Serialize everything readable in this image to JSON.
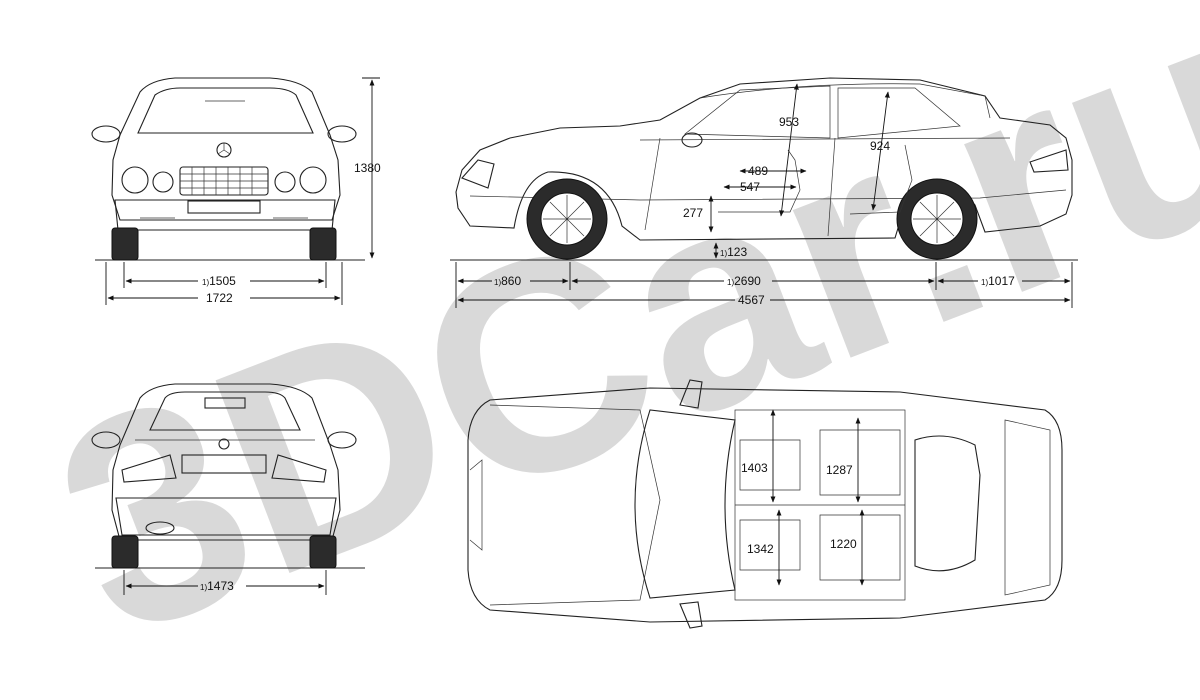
{
  "watermark": {
    "text": "3DCar.ru",
    "color": "#d9d9d9"
  },
  "line_color": "#222222",
  "front_view": {
    "height": "1380",
    "track_sup": "1)",
    "track": "1505",
    "width": "1722"
  },
  "side_view": {
    "head_front": "953",
    "head_rear": "924",
    "seat_depth": "489",
    "seat_travel": "547",
    "seat_height": "277",
    "clearance_sup": "1)",
    "clearance": "123",
    "front_overhang_sup": "1)",
    "front_overhang": "860",
    "wheelbase_sup": "1)",
    "wheelbase": "2690",
    "rear_overhang_sup": "1)",
    "rear_overhang": "1017",
    "length": "4567"
  },
  "rear_view": {
    "track_sup": "1)",
    "track": "1473"
  },
  "top_view": {
    "shoulder_front": "1403",
    "shoulder_rear": "1287",
    "hip_front": "1342",
    "hip_rear": "1220"
  }
}
